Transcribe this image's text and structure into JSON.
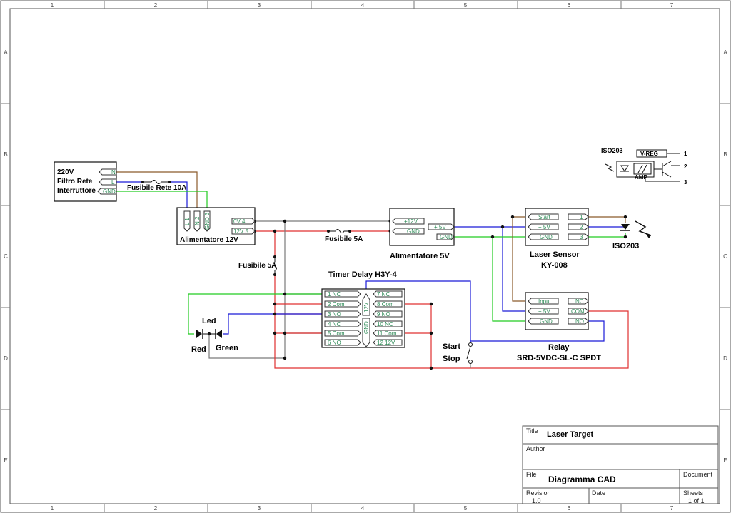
{
  "frame": {
    "columns": [
      "1",
      "2",
      "3",
      "4",
      "5",
      "6",
      "7"
    ],
    "rows": [
      "A",
      "B",
      "C",
      "D",
      "E"
    ]
  },
  "components": {
    "filter": {
      "lines": [
        "220V",
        "Filtro Rete",
        "Interruttore"
      ],
      "pins": [
        "N",
        "L",
        "GND"
      ]
    },
    "fuse_main": "Fusibile Rete 10A",
    "psu12": {
      "label": "Alimentatore 12V",
      "pins_top": [
        "L 1",
        "N 2",
        "GND 3"
      ],
      "pins_right": [
        "0V  4",
        "12V 5"
      ]
    },
    "fuse_5a_a": "Fusibile 5A",
    "fuse_5a_b": "Fusibile 5A",
    "psu5": {
      "label": "Alimentatore 5V",
      "pins_left": [
        "+12V",
        "GND"
      ],
      "pins_right": [
        "+ 5V",
        "GND"
      ]
    },
    "laser": {
      "label": [
        "Laser Sensor",
        "KY-008"
      ],
      "pins_left": [
        "Start",
        "+ 5V",
        "GND"
      ],
      "pins_right": [
        "1",
        "2",
        "3"
      ]
    },
    "iso_ref": "ISO203",
    "iso_sym": {
      "title": "ISO203",
      "vreg": "V-REG",
      "amp": "AMP",
      "pins": [
        "1",
        "2",
        "3"
      ]
    },
    "timer": {
      "label": "Timer Delay H3Y-4",
      "left": [
        "1   NC",
        "2   Com",
        "3   NO",
        "4   NC",
        "5   Com",
        "6   NO"
      ],
      "right": [
        "7   NC",
        "8   Com",
        "9   NO",
        "10  NC",
        "11  Com",
        "12  12V"
      ],
      "mid": [
        "12V",
        "GND"
      ]
    },
    "relay": {
      "label": [
        "Relay",
        "SRD-5VDC-SL-C SPDT"
      ],
      "pins_left": [
        "Input",
        "+ 5V",
        "GND"
      ],
      "pins_right": [
        "NC",
        "COM",
        "NO"
      ]
    },
    "led": {
      "label": "Led",
      "red": "Red",
      "green": "Green"
    },
    "switch": {
      "start": "Start",
      "stop": "Stop"
    }
  },
  "title_block": {
    "title_label": "Title",
    "title_value": "Laser Target",
    "author_label": "Author",
    "file_label": "File",
    "file_value": "Diagramma CAD",
    "document_label": "Document",
    "revision_label": "Revision",
    "revision_value": "1.0",
    "date_label": "Date",
    "sheets_label": "Sheets",
    "sheets_value": "1 of 1"
  },
  "colors": {
    "brown": "#8b5a2b",
    "blue": "#1a1ad8",
    "green": "#22cc22",
    "red": "#e03030",
    "gray": "#7a7a7a",
    "pin": "#2e8b57"
  }
}
